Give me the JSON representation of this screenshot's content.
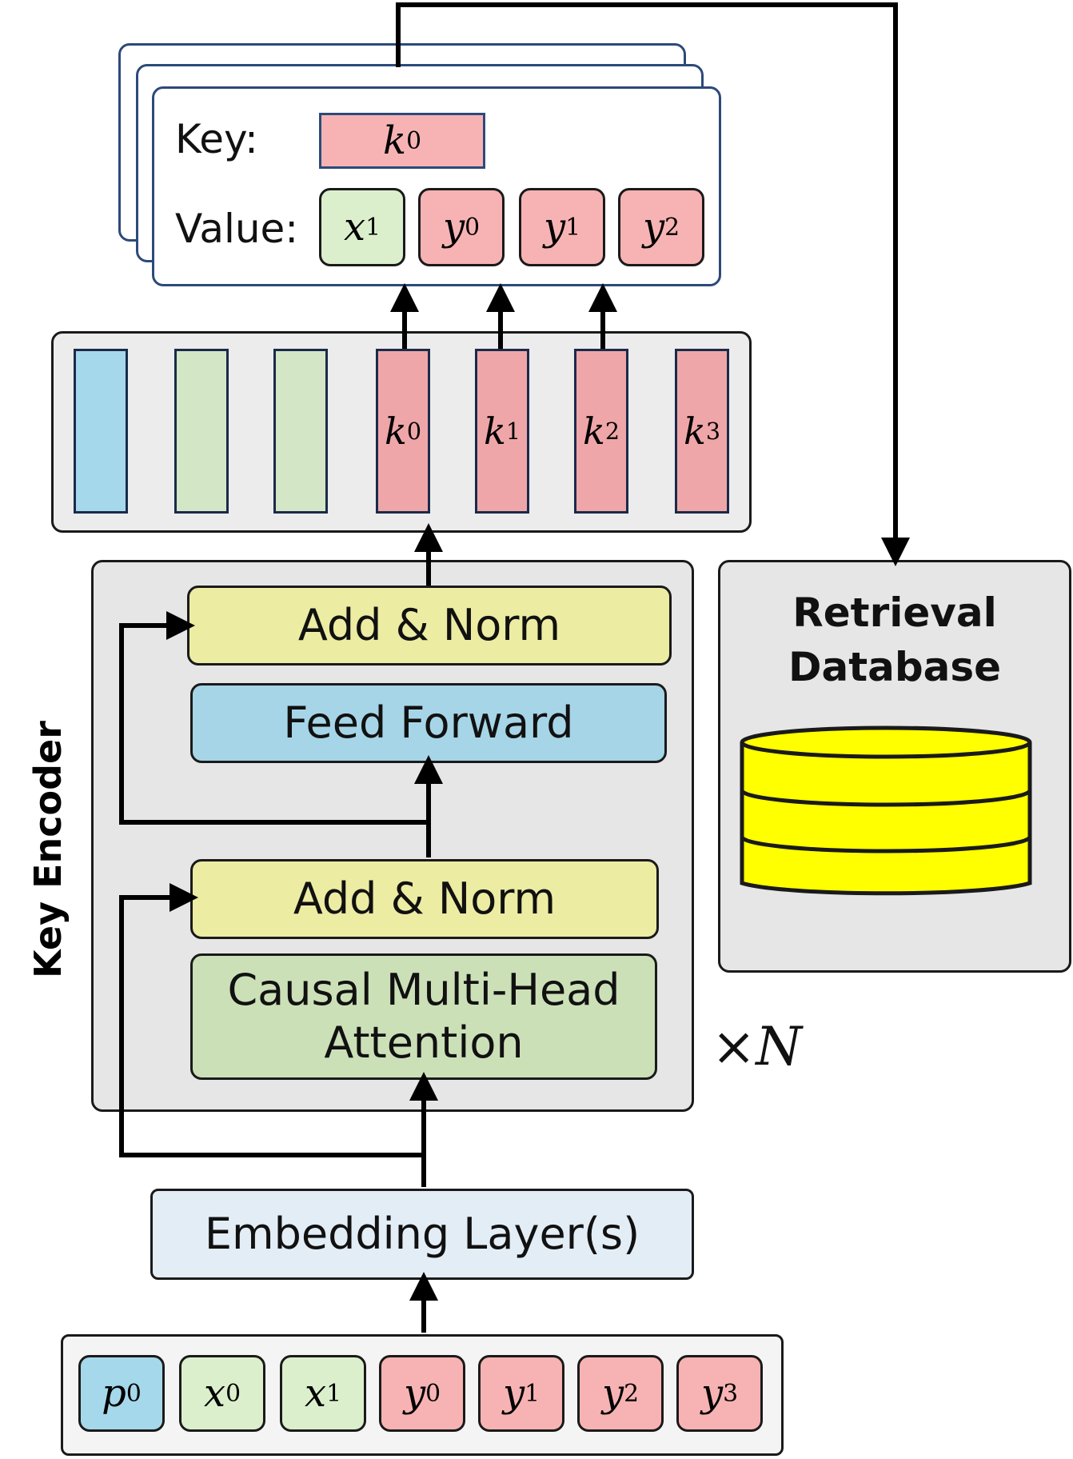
{
  "kv_card": {
    "key_label": "Key:",
    "value_label": "Value:",
    "key_token": {
      "sym": "k",
      "sub": "0"
    },
    "value_tokens": [
      {
        "sym": "x",
        "sub": "1",
        "color": "#dcefcd"
      },
      {
        "sym": "y",
        "sub": "0",
        "color": "#f7b3b3"
      },
      {
        "sym": "y",
        "sub": "1",
        "color": "#f7b3b3"
      },
      {
        "sym": "y",
        "sub": "2",
        "color": "#f7b3b3"
      }
    ]
  },
  "output_bars": [
    {
      "sym": "",
      "sub": "",
      "color": "#a5d8ea"
    },
    {
      "sym": "",
      "sub": "",
      "color": "#d3e6c6"
    },
    {
      "sym": "",
      "sub": "",
      "color": "#d3e6c6"
    },
    {
      "sym": "k",
      "sub": "0",
      "color": "#efa6a8"
    },
    {
      "sym": "k",
      "sub": "1",
      "color": "#efa6a8"
    },
    {
      "sym": "k",
      "sub": "2",
      "color": "#efa6a8"
    },
    {
      "sym": "k",
      "sub": "3",
      "color": "#efa6a8"
    }
  ],
  "key_encoder": {
    "label": "Key Encoder",
    "add_norm_top": "Add & Norm",
    "feed_forward": "Feed Forward",
    "add_norm_bottom": "Add & Norm",
    "attention_line1": "Causal Multi-Head",
    "attention_line2": "Attention",
    "repeat": "×N"
  },
  "retrieval_db": {
    "line1": "Retrieval",
    "line2": "Database"
  },
  "embedding_layer": "Embedding Layer(s)",
  "input_tokens": [
    {
      "sym": "p",
      "sub": "0",
      "color": "#a5d8ea"
    },
    {
      "sym": "x",
      "sub": "0",
      "color": "#dcefcd"
    },
    {
      "sym": "x",
      "sub": "1",
      "color": "#dcefcd"
    },
    {
      "sym": "y",
      "sub": "0",
      "color": "#f7b3b3"
    },
    {
      "sym": "y",
      "sub": "1",
      "color": "#f7b3b3"
    },
    {
      "sym": "y",
      "sub": "2",
      "color": "#f7b3b3"
    },
    {
      "sym": "y",
      "sub": "3",
      "color": "#f7b3b3"
    }
  ],
  "colors": {
    "layer_gray": "#e6e6e6",
    "add_norm": "#ececa3",
    "feed_forward": "#a6d5e7",
    "attention": "#cce0b8",
    "embedding": "#e3edf6",
    "database": "#ffff00"
  }
}
